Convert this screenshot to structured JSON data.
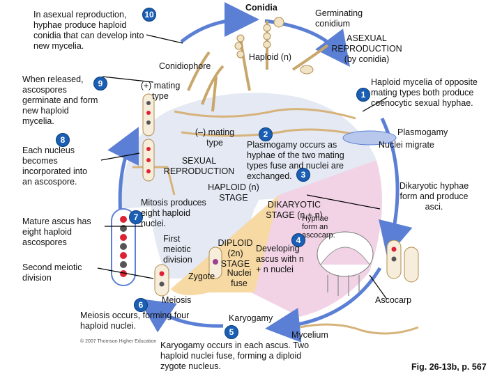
{
  "colors": {
    "cycle_arrow": "#5b7fd4",
    "haploid_stage": "#e4e9f4",
    "dikaryotic_stage": "#f2d3e6",
    "diploid_stage": "#f6d9a3",
    "number_badge": "#1a5fb4",
    "leader_line": "#000000"
  },
  "steps": {
    "s1": {
      "num": "1",
      "text": "Haploid mycelia of opposite mating types both produce coenocytic sexual hyphae."
    },
    "s2": {
      "num": "2",
      "text": "Plasmogamy occurs as hyphae of the two mating types fuse and nuclei are exchanged."
    },
    "s3": {
      "num": "3"
    },
    "s4": {
      "num": "4",
      "text": "Developing ascus with n + n nuclei"
    },
    "s5": {
      "num": "5",
      "text": "Karyogamy occurs in each ascus. Two haploid nuclei fuse, forming a diploid zygote nucleus."
    },
    "s6": {
      "num": "6",
      "text": "Meiosis occurs, forming four haploid nuclei."
    },
    "s7": {
      "num": "7",
      "text": "Mitosis produces eight haploid nuclei."
    },
    "s8": {
      "num": "8",
      "text": "Each nucleus becomes incorporated into an ascospore."
    },
    "s9": {
      "num": "9",
      "text": "When released, ascospores germinate and form new haploid mycelia."
    },
    "s10": {
      "num": "10",
      "text": "In asexual reproduction, hyphae produce haploid conidia that can develop into new mycelia."
    }
  },
  "labels": {
    "conidia": "Conidia",
    "germinating_conidium": "Germinating conidium",
    "asexual_reproduction": "ASEXUAL REPRODUCTION (by conidia)",
    "haploid_n": "Haploid (n)",
    "conidiophore": "Conidiophore",
    "plus_mating_type": "(+) mating type",
    "minus_mating_type": "(–) mating type",
    "plasmogamy": "Plasmogamy",
    "nuclei_migrate": "Nuclei migrate",
    "sexual_reproduction": "SEXUAL REPRODUCTION",
    "haploid_stage": "HAPLOID (n) STAGE",
    "dikaryotic_stage": "DIKARYOTIC STAGE (n + n)",
    "hyphae_form_ascocarp": "Hyphae form an ascocarp.",
    "dikaryotic_hyphae": "Dikaryotic hyphae form and produce asci.",
    "diploid_stage": "DIPLOID (2n) STAGE",
    "mature_ascus": "Mature ascus has eight haploid ascospores",
    "first_meiotic": "First meiotic division",
    "second_meiotic": "Second meiotic division",
    "zygote": "Zygote",
    "nuclei_fuse": "Nuclei fuse",
    "meiosis": "Meiosis",
    "karyogamy": "Karyogamy",
    "mycelium": "Mycelium",
    "ascocarp": "Ascocarp",
    "copyright": "© 2007 Thomson Higher Education",
    "figure_ref": "Fig. 26-13b, p. 567"
  }
}
